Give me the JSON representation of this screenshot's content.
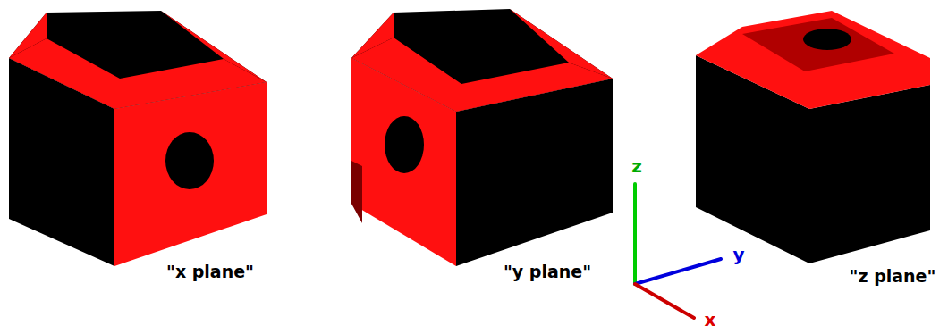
{
  "diagram": {
    "labels": [
      "\"x plane\"",
      "\"y plane\"",
      "\"z plane\"",
      "z",
      "y",
      "x"
    ]
  }
}
